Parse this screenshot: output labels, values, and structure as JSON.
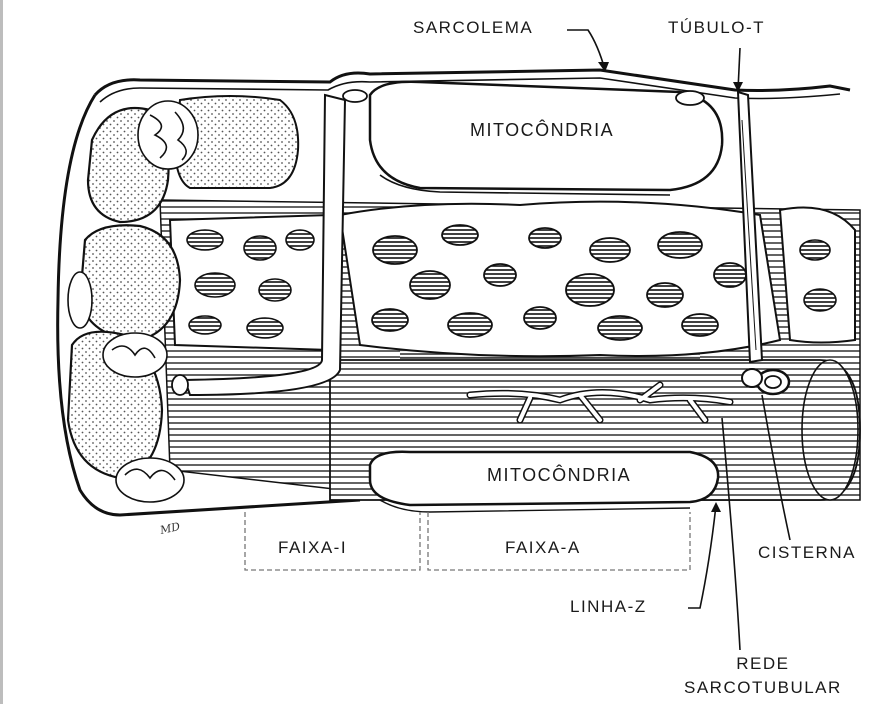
{
  "labels": {
    "sarcolema": "SARCOLEMA",
    "tubulo_t": "TÚBULO-T",
    "mitocondria_top": "MITOCÔNDRIA",
    "mitocondria_bottom": "MITOCÔNDRIA",
    "faixa_i": "FAIXA-I",
    "faixa_a": "FAIXA-A",
    "cisterna": "CISTERNA",
    "linha_z": "LINHA-Z",
    "rede_line1": "REDE",
    "rede_line2": "SARCOTUBULAR"
  },
  "signature": "MD",
  "colors": {
    "ink": "#1a1a1a",
    "paper": "#ffffff",
    "stipple": "#555555"
  }
}
